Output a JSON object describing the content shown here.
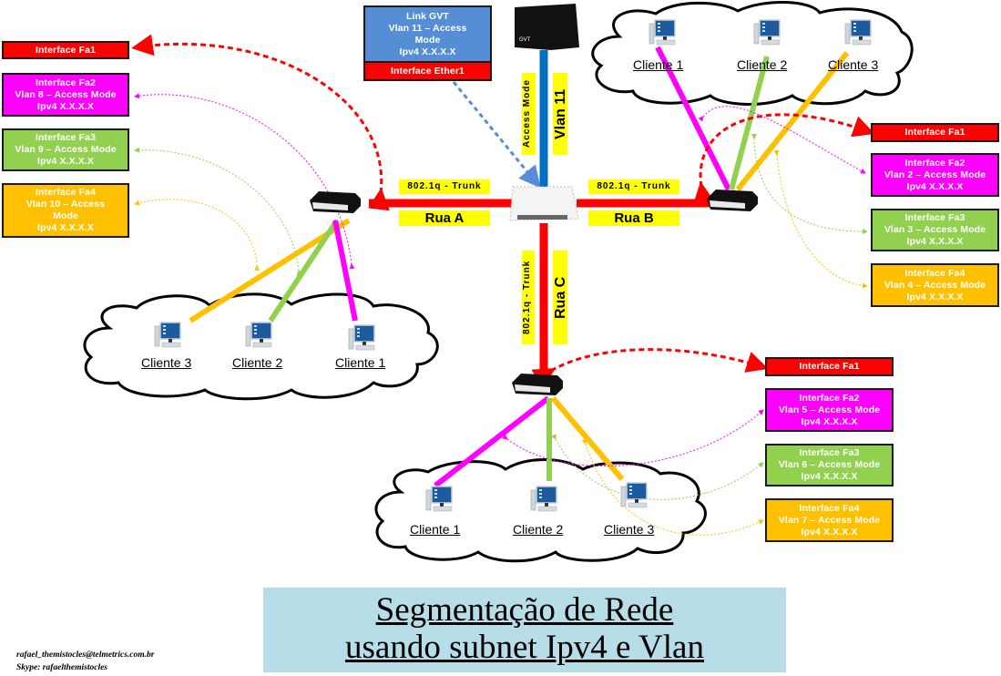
{
  "title": {
    "line1": "Segmentação de Rede",
    "line2": "usando subnet Ipv4 e Vlan"
  },
  "credits": {
    "email": "rafael_themistocles@telmetrics.com.br",
    "skype": "Skype: rafaelthemistocles"
  },
  "gvt": {
    "modem_label": "GVT",
    "box_lines": [
      "Link GVT",
      "Vlan 11 – Access",
      "Mode",
      "Ipv4 X.X.X.X"
    ],
    "interface": "Interface Ether1",
    "link_label_mode": "Access Mode",
    "link_label_vlan": "Vlan 11"
  },
  "links": {
    "trunk_label": "802.1q - Trunk",
    "rua_a": "Rua A",
    "rua_b": "Rua B",
    "rua_c": "Rua C"
  },
  "colors": {
    "trunk": "#ff0000",
    "gvt_link": "#0070c0",
    "vlan_fa2": "#ff00ff",
    "vlan_fa3": "#92d050",
    "vlan_fa4": "#ffc000",
    "label_bg": "#ffff00",
    "title_bg": "#b7dde8"
  },
  "switch_a": {
    "interfaces": [
      {
        "lines": [
          "Interface Fa1"
        ]
      },
      {
        "lines": [
          "Interface Fa2",
          "Vlan 8 – Access Mode",
          "Ipv4 X.X.X.X"
        ]
      },
      {
        "lines": [
          "Interface Fa3",
          "Vlan 9 – Access Mode",
          "Ipv4 X.X.X.X"
        ]
      },
      {
        "lines": [
          "Interface Fa4",
          "Vlan 10 – Access",
          "Mode",
          "Ipv4 X.X.X.X"
        ]
      }
    ],
    "clients": [
      "Cliente 3",
      "Cliente 2",
      "Cliente 1"
    ]
  },
  "switch_b": {
    "interfaces": [
      {
        "lines": [
          "Interface Fa1"
        ]
      },
      {
        "lines": [
          "Interface Fa2",
          "Vlan 2 – Access Mode",
          "Ipv4 X.X.X.X"
        ]
      },
      {
        "lines": [
          "Interface Fa3",
          "Vlan 3 – Access Mode",
          "Ipv4 X.X.X.X"
        ]
      },
      {
        "lines": [
          "Interface Fa4",
          "Vlan 4 – Access Mode",
          "Ipv4 X.X.X.X"
        ]
      }
    ],
    "clients": [
      "Cliente 1",
      "Cliente 2",
      "Cliente 3"
    ]
  },
  "switch_c": {
    "interfaces": [
      {
        "lines": [
          "Interface Fa1"
        ]
      },
      {
        "lines": [
          "Interface Fa2",
          "Vlan 5 – Access Mode",
          "Ipv4 X.X.X.X"
        ]
      },
      {
        "lines": [
          "Interface Fa3",
          "Vlan 6 – Access Mode",
          "Ipv4 X.X.X.X"
        ]
      },
      {
        "lines": [
          "Interface Fa4",
          "Vlan 7 – Access Mode",
          "Ipv4 X.X.X.X"
        ]
      }
    ],
    "clients": [
      "Cliente 1",
      "Cliente 2",
      "Cliente 3"
    ]
  }
}
